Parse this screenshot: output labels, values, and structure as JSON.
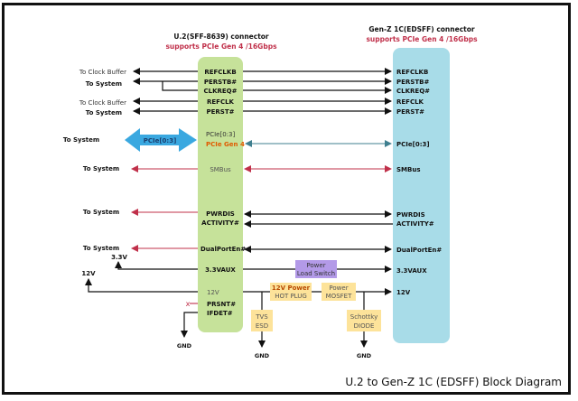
{
  "title": "U.2 to Gen-Z 1C (EDSFF) Block Diagram",
  "left_connector": {
    "name": "U.2(SFF-8639) connector",
    "subtitle": "supports PCIe Gen 4 /16Gbps",
    "color": "#c6e29a",
    "signals": {
      "refclkb": "REFCLKB",
      "perstb": "PERSTB#",
      "clkreq": "CLKREQ#",
      "refclk": "REFCLK",
      "perst": "PERST#",
      "pcie": "PCIe[0:3]",
      "pcie_gen": "PCIe Gen 4",
      "smbus": "SMBus",
      "pwrdis": "PWRDIS",
      "activity": "ACTIVITY#",
      "dualport": "DualPortEn#",
      "vaux": "3.3VAUX",
      "v12": "12V",
      "prsnt": "PRSNT#",
      "ifdet": "IFDET#"
    }
  },
  "right_connector": {
    "name": "Gen-Z 1C(EDSFF) connector",
    "subtitle": "supports PCIe Gen 4 /16Gbps",
    "color": "#a8dce8",
    "signals": {
      "refclkb": "REFCLKB",
      "perstb": "PERSTB#",
      "clkreq": "CLKREQ#",
      "refclk": "REFCLK",
      "perst": "PERST#",
      "pcie": "PCIe[0:3]",
      "smbus": "SMBus",
      "pwrdis": "PWRDIS",
      "activity": "ACTIVITY#",
      "dualport": "DualPortEn#",
      "vaux": "3.3VAUX",
      "v12": "12V"
    }
  },
  "system_labels": {
    "clock_buffer_1": "To Clock Buffer",
    "system_perstb": "To System",
    "clock_buffer_2": "To Clock Buffer",
    "system_perst": "To System",
    "system_pcie": "To System",
    "pcie_arrow": "PCIe[0:3]",
    "system_smbus": "To System",
    "system_pwrdis": "To System",
    "system_dualport": "To System",
    "v33": "3.3V",
    "v12": "12V",
    "no_connect": "x"
  },
  "components": {
    "load_switch": [
      "Power",
      "Load Switch"
    ],
    "hot_plug": [
      "12V Power",
      "HOT PLUG"
    ],
    "mosfet": [
      "Power",
      "MOSFET"
    ],
    "tvs": [
      "TVS",
      "ESD"
    ],
    "schottky": [
      "Schottky",
      "DIODE"
    ]
  },
  "ground_labels": [
    "GND",
    "GND",
    "GND"
  ],
  "colors": {
    "subtitle_red": "#c0304a",
    "smbus_red": "#c0304a",
    "pcie_teal": "#3f7f8f",
    "pcie_arrow_blue": "#3aa8e0",
    "pcie_gen_orange": "#e05a00",
    "component_yellow": "#fde39a",
    "component_purple": "#b39ae8"
  }
}
